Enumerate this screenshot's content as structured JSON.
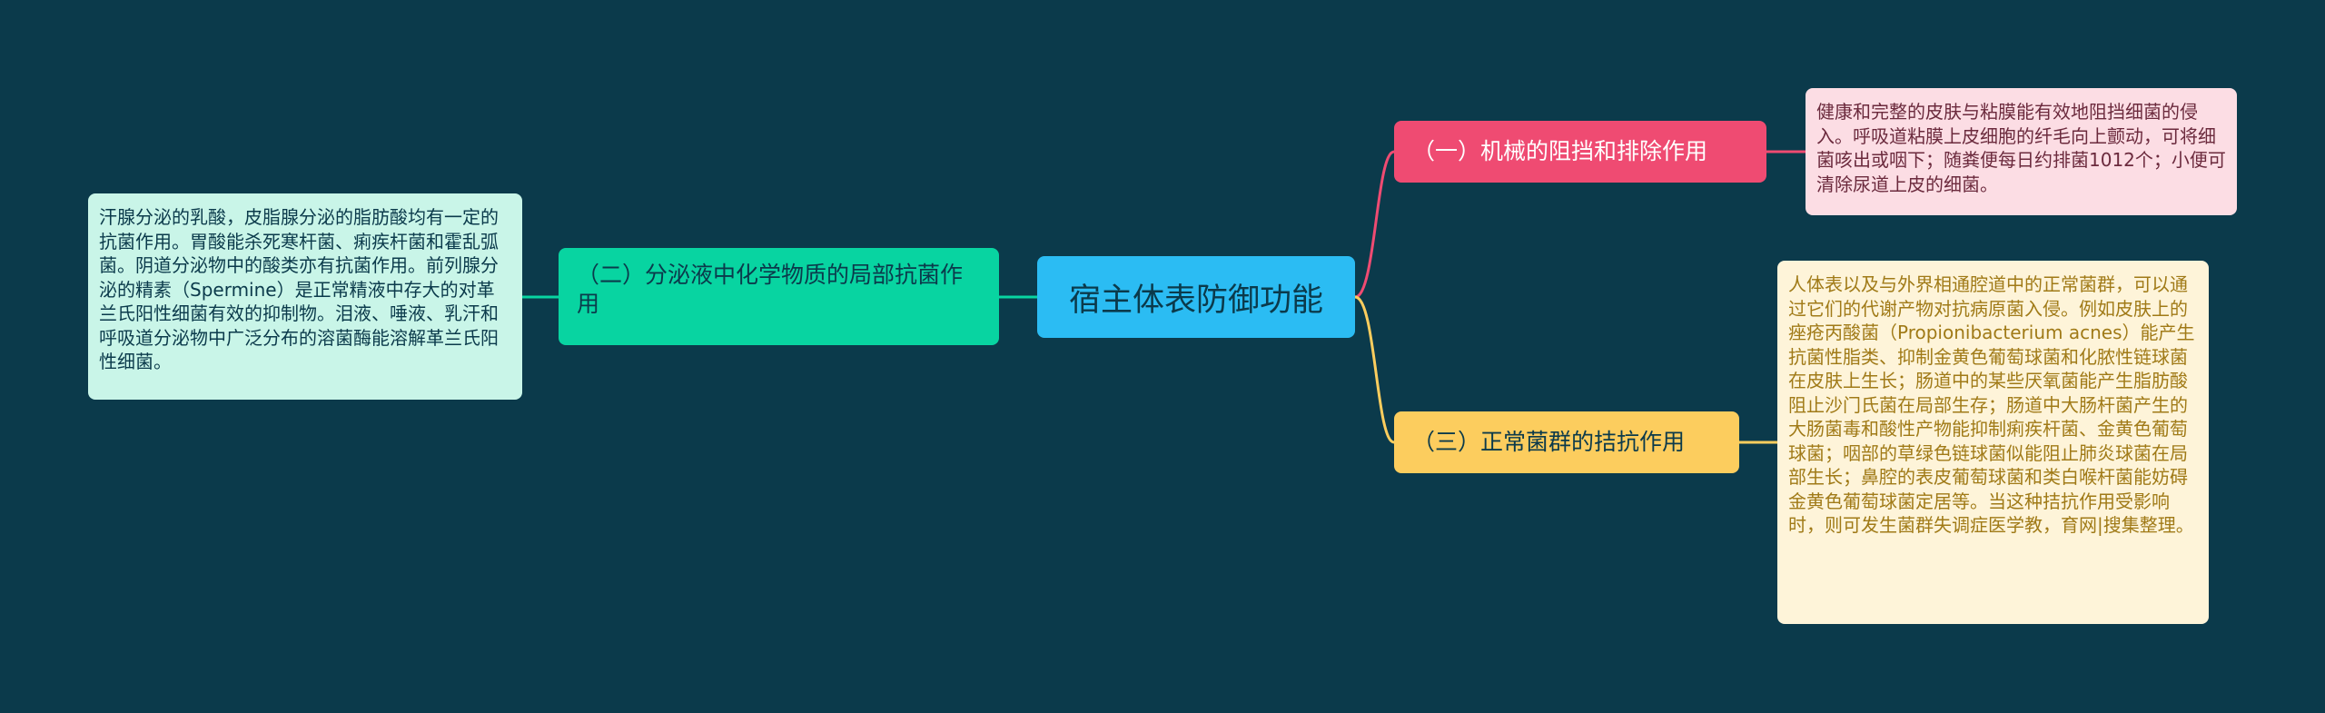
{
  "root": {
    "title": "宿主体表防御功能"
  },
  "branches": [
    {
      "label": "（一）机械的阻挡和排除作用",
      "color": "#ef4b72"
    },
    {
      "label": "（二）分泌液中化学物质的局部抗菌作用",
      "color": "#08d4a1"
    },
    {
      "label": "（三）正常菌群的拮抗作用",
      "color": "#fccd5e"
    }
  ],
  "leaves": [
    {
      "text": "健康和完整的皮肤与粘膜能有效地阻挡细菌的侵入。呼吸道粘膜上皮细胞的纤毛向上颤动，可将细菌咳出或咽下；随粪便每日约排菌1012个；小便可清除尿道上皮的细菌。"
    },
    {
      "text": "汗腺分泌的乳酸，皮脂腺分泌的脂肪酸均有一定的抗菌作用。胃酸能杀死寒杆菌、痢疾杆菌和霍乱弧菌。阴道分泌物中的酸类亦有抗菌作用。前列腺分泌的精素（Spermine）是正常精液中存大的对革兰氏阳性细菌有效的抑制物。泪液、唾液、乳汗和呼吸道分泌物中广泛分布的溶菌酶能溶解革兰氏阳性细菌。"
    },
    {
      "text": "人体表以及与外界相通腔道中的正常菌群，可以通过它们的代谢产物对抗病原菌入侵。例如皮肤上的痤疮丙酸菌（Propionibacterium acnes）能产生抗菌性脂类、抑制金黄色葡萄球菌和化脓性链球菌在皮肤上生长；肠道中的某些厌氧菌能产生脂肪酸阻止沙门氏菌在局部生存；肠道中大肠杆菌产生的大肠菌毒和酸性产物能抑制痢疾杆菌、金黄色葡萄球菌；咽部的草绿色链球菌似能阻止肺炎球菌在局部生长；鼻腔的表皮葡萄球菌和类白喉杆菌能妨碍金黄色葡萄球菌定居等。当这种拮抗作用受影响时，则可发生菌群失调症医学教，育网|搜集整理。"
    }
  ]
}
